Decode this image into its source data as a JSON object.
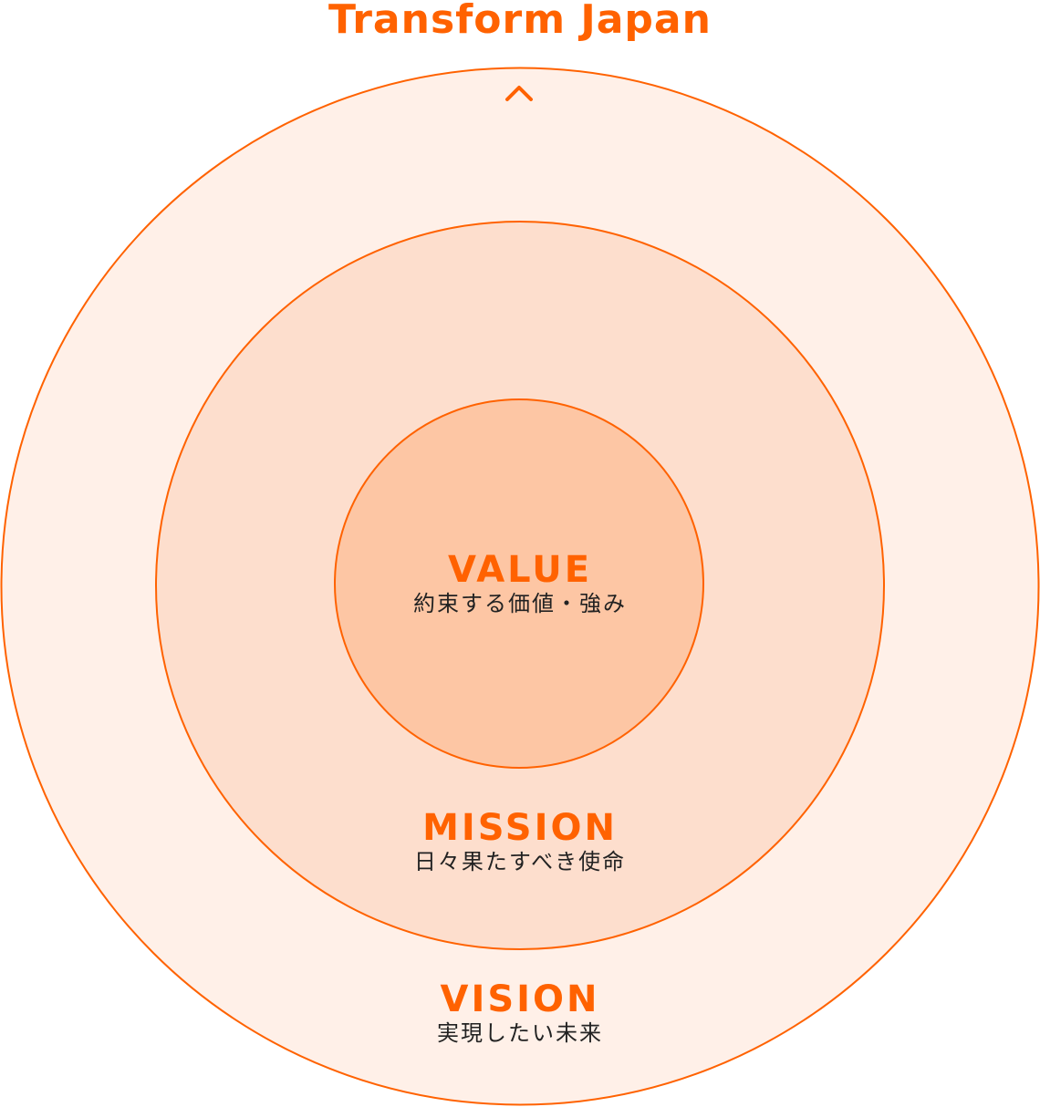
{
  "title": "Transform Japan",
  "colors": {
    "accent": "#FF6200",
    "vision_fill": "#FFF0E8",
    "mission_fill": "#FDDECD",
    "value_fill": "#FDC6A4"
  },
  "value": {
    "label": "VALUE",
    "desc": "約束する価値・強み"
  },
  "mission": {
    "label": "MISSION",
    "desc": "日々果たすべき使命"
  },
  "vision": {
    "label": "VISION",
    "desc": "実現したい未来"
  }
}
